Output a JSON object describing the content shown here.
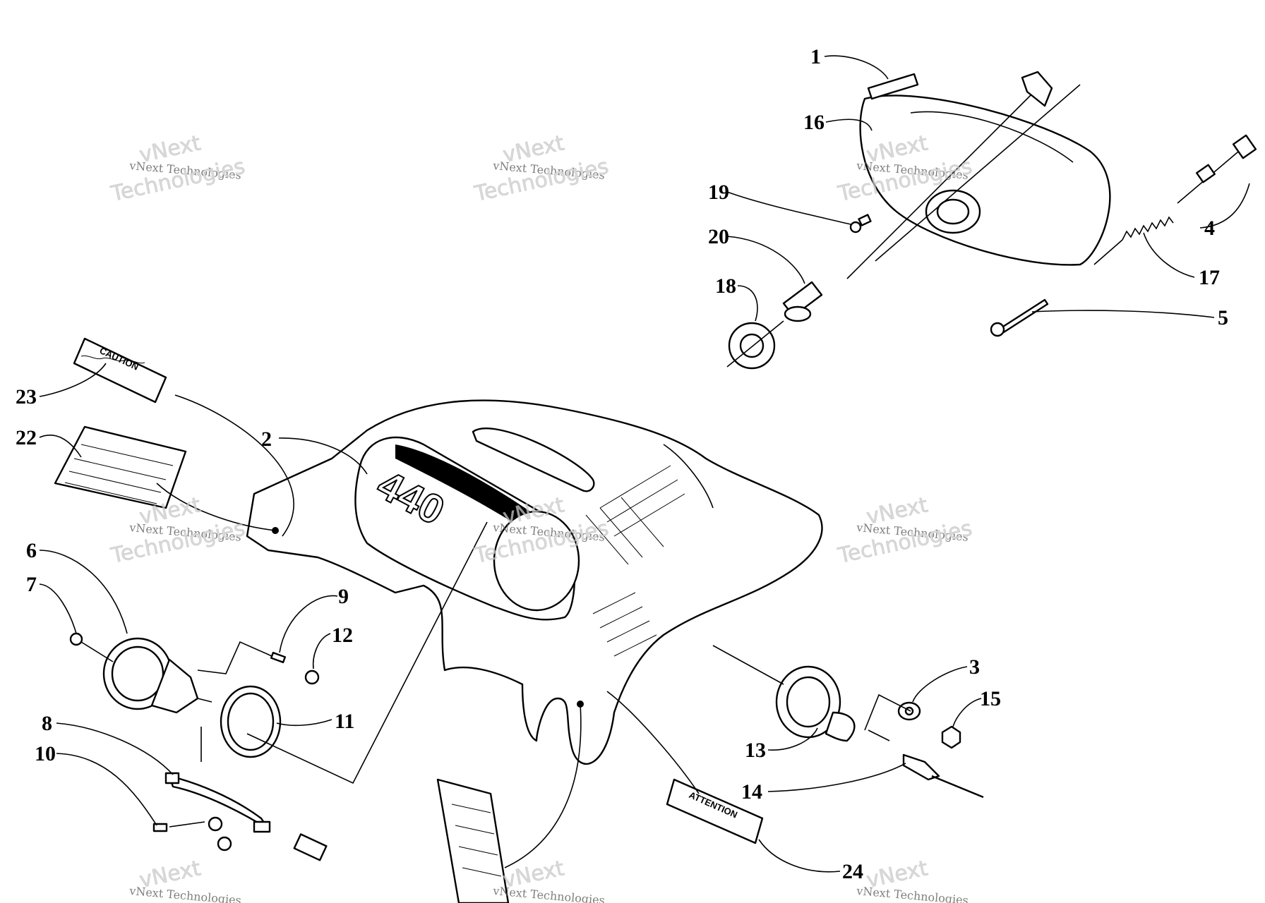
{
  "diagram": {
    "callouts": {
      "c1": "1",
      "c2": "2",
      "c3": "3",
      "c4": "4",
      "c5": "5",
      "c6": "6",
      "c7": "7",
      "c8": "8",
      "c9": "9",
      "c10": "10",
      "c11": "11",
      "c12": "12",
      "c13": "13",
      "c14": "14",
      "c15": "15",
      "c16": "16",
      "c17": "17",
      "c18": "18",
      "c19": "19",
      "c20": "20",
      "c22": "22",
      "c23": "23",
      "c24": "24"
    },
    "hood_emboss": "440",
    "decals": {
      "caution": "CAUTION",
      "attention": "ATTENTION"
    },
    "watermark": {
      "line1": "vNext Technologies",
      "line2": "vNext",
      "line3": "Technologies"
    }
  }
}
